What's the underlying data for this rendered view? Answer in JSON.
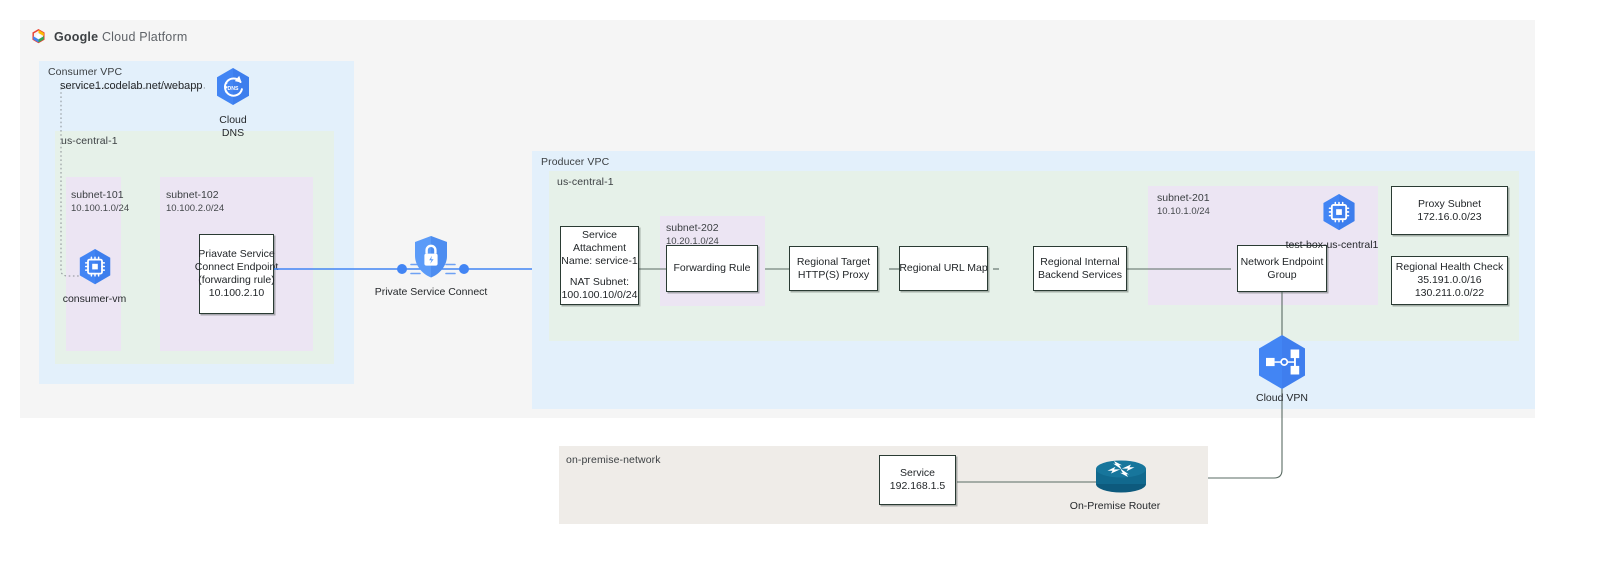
{
  "header": {
    "brand_google": "Google",
    "brand_rest": "Cloud Platform"
  },
  "consumer": {
    "vpc_label": "Consumer VPC",
    "region_label": "us-central-1",
    "dns_record": "service1.codelab.net/webapp",
    "cloud_dns": {
      "name": "cloud-dns",
      "line1": "Cloud",
      "line2": "DNS"
    },
    "vm": {
      "caption": "consumer-vm"
    },
    "subnet_101": {
      "name": "subnet-101",
      "cidr": "10.100.1.0/24"
    },
    "subnet_102": {
      "name": "subnet-102",
      "cidr": "10.100.2.0/24"
    },
    "psc_endpoint": {
      "line1": "Priavate Service",
      "line2": "Connect Endpoint",
      "line3": "(forwarding rule)",
      "line4": "10.100.2.10"
    }
  },
  "psc": {
    "caption": "Private Service Connect"
  },
  "producer": {
    "vpc_label": "Producer VPC",
    "region_label": "us-central-1",
    "service_attachment": {
      "line1": "Service",
      "line2": "Attachment",
      "line3": "Name: service-1",
      "line4": "NAT Subnet:",
      "line5": "100.100.10/0/24"
    },
    "subnet_202": {
      "name": "subnet-202",
      "cidr": "10.20.1.0/24"
    },
    "forwarding_rule": {
      "label": "Forwarding Rule"
    },
    "target_proxy": {
      "line1": "Regional Target",
      "line2": "HTTP(S) Proxy"
    },
    "url_map": {
      "label": "Regional URL Map"
    },
    "backend_services": {
      "line1": "Regional Internal",
      "line2": "Backend Services"
    },
    "subnet_201": {
      "name": "subnet-201",
      "cidr": "10.10.1.0/24"
    },
    "test_box": {
      "caption": "test-box-us-central1"
    },
    "neg": {
      "line1": "Network Endpoint",
      "line2": "Group"
    },
    "proxy_subnet": {
      "line1": "Proxy Subnet",
      "line2": "172.16.0.0/23"
    },
    "health_check": {
      "line1": "Regional Health Check",
      "line2": "35.191.0.0/16",
      "line3": "130.211.0.0/22"
    },
    "cloud_vpn": {
      "caption": "Cloud VPN"
    }
  },
  "onpremise": {
    "network_label": "on-premise-network",
    "service": {
      "line1": "Service",
      "line2": "192.168.1.5"
    },
    "router": {
      "caption": "On-Premise Router"
    }
  },
  "colors": {
    "gcp_blue": "#4285f4",
    "vpc_blue": "#e3f0fb",
    "region_green": "#e6f1e9",
    "subnet_purple": "#ece5f3",
    "onprem_gray": "#efece8",
    "outer_gray": "#f5f5f5",
    "router_teal": "#11698e",
    "wire_gray": "#5a6b63",
    "wire_blue": "#4285f4"
  }
}
